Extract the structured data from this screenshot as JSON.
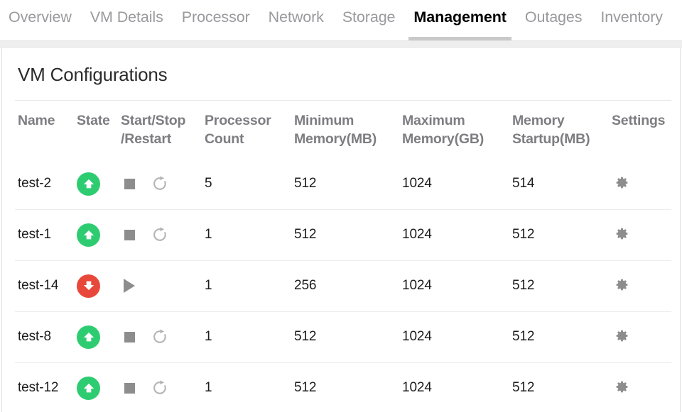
{
  "tabs": [
    {
      "label": "Overview",
      "active": false
    },
    {
      "label": "VM Details",
      "active": false
    },
    {
      "label": "Processor",
      "active": false
    },
    {
      "label": "Network",
      "active": false
    },
    {
      "label": "Storage",
      "active": false
    },
    {
      "label": "Management",
      "active": true
    },
    {
      "label": "Outages",
      "active": false
    },
    {
      "label": "Inventory",
      "active": false
    }
  ],
  "card": {
    "title": "VM Configurations"
  },
  "table": {
    "columns": [
      "Name",
      "State",
      "Start/Stop /Restart",
      "Processor Count",
      "Minimum Memory(MB)",
      "Maximum Memory(GB)",
      "Memory Startup(MB)",
      "Settings"
    ],
    "columns_lines": [
      [
        "Name"
      ],
      [
        "State"
      ],
      [
        "Start/Stop",
        "/Restart"
      ],
      [
        "Processor",
        "Count"
      ],
      [
        "Minimum",
        "Memory(MB)"
      ],
      [
        "Maximum",
        "Memory(GB)"
      ],
      [
        "Memory",
        "Startup(MB)"
      ],
      [
        "Settings"
      ]
    ],
    "rows": [
      {
        "name": "test-2",
        "state": "running",
        "state_icon": "arrow-up-circle-green",
        "actions": [
          "stop",
          "restart"
        ],
        "processor_count": "5",
        "minimum_memory_mb": "512",
        "maximum_memory_gb": "1024",
        "memory_startup_mb": "514",
        "settings_icon": "gear-icon"
      },
      {
        "name": "test-1",
        "state": "running",
        "state_icon": "arrow-up-circle-green",
        "actions": [
          "stop",
          "restart"
        ],
        "processor_count": "1",
        "minimum_memory_mb": "512",
        "maximum_memory_gb": "1024",
        "memory_startup_mb": "512",
        "settings_icon": "gear-icon"
      },
      {
        "name": "test-14",
        "state": "stopped",
        "state_icon": "arrow-down-circle-red",
        "actions": [
          "start"
        ],
        "processor_count": "1",
        "minimum_memory_mb": "256",
        "maximum_memory_gb": "1024",
        "memory_startup_mb": "512",
        "settings_icon": "gear-icon"
      },
      {
        "name": "test-8",
        "state": "running",
        "state_icon": "arrow-up-circle-green",
        "actions": [
          "stop",
          "restart"
        ],
        "processor_count": "1",
        "minimum_memory_mb": "512",
        "maximum_memory_gb": "1024",
        "memory_startup_mb": "512",
        "settings_icon": "gear-icon"
      },
      {
        "name": "test-12",
        "state": "running",
        "state_icon": "arrow-up-circle-green",
        "actions": [
          "stop",
          "restart"
        ],
        "processor_count": "1",
        "minimum_memory_mb": "512",
        "maximum_memory_gb": "1024",
        "memory_startup_mb": "512",
        "settings_icon": "gear-icon"
      }
    ]
  },
  "colors": {
    "state_running": "#2ecc71",
    "state_stopped": "#e8483a",
    "icon_gray": "#8d8d8d",
    "header_text": "#7d7d82",
    "tab_inactive": "#9a9a9e",
    "tab_active": "#000000",
    "tab_underline": "#c9c9c9"
  }
}
